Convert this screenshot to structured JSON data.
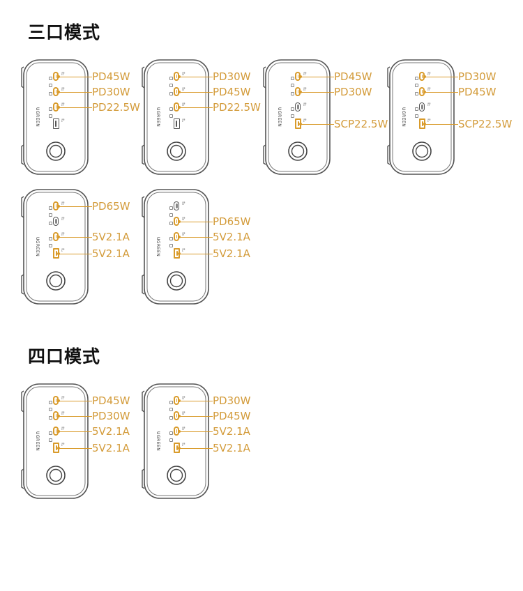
{
  "sections": [
    {
      "title": "三口模式",
      "groups": [
        {
          "ports": [
            "c",
            "c",
            "c",
            "a"
          ],
          "active": [
            0,
            1,
            2
          ],
          "labels": [
            "PD45W",
            "PD30W",
            "PD22.5W"
          ]
        },
        {
          "ports": [
            "c",
            "c",
            "c",
            "a"
          ],
          "active": [
            0,
            1,
            2
          ],
          "labels": [
            "PD30W",
            "PD45W",
            "PD22.5W"
          ]
        },
        {
          "ports": [
            "c",
            "c",
            "c",
            "a"
          ],
          "active": [
            0,
            1,
            3
          ],
          "labels": [
            "PD45W",
            "PD30W",
            "SCP22.5W"
          ]
        },
        {
          "ports": [
            "c",
            "c",
            "c",
            "a"
          ],
          "active": [
            0,
            1,
            3
          ],
          "labels": [
            "PD30W",
            "PD45W",
            "SCP22.5W"
          ]
        },
        {
          "ports": [
            "c",
            "c",
            "c",
            "a"
          ],
          "active": [
            0,
            2,
            3
          ],
          "labels": [
            "PD65W",
            "5V2.1A",
            "5V2.1A"
          ]
        },
        {
          "ports": [
            "c",
            "c",
            "c",
            "a"
          ],
          "active": [
            1,
            2,
            3
          ],
          "labels": [
            "PD65W",
            "5V2.1A",
            "5V2.1A"
          ]
        }
      ]
    },
    {
      "title": "四口模式",
      "groups": [
        {
          "ports": [
            "c",
            "c",
            "c",
            "a"
          ],
          "active": [
            0,
            1,
            2,
            3
          ],
          "labels": [
            "PD45W",
            "PD30W",
            "5V2.1A",
            "5V2.1A"
          ]
        },
        {
          "ports": [
            "c",
            "c",
            "c",
            "a"
          ],
          "active": [
            0,
            1,
            2,
            3
          ],
          "labels": [
            "PD30W",
            "PD45W",
            "5V2.1A",
            "5V2.1A"
          ]
        }
      ]
    }
  ],
  "brand": "UGREEN",
  "port_tags": [
    "USB C1",
    "USB C2",
    "USB C3",
    "USB A"
  ],
  "colors": {
    "accent": "#d99b2b",
    "label": "#d39b3a",
    "outline": "#555555",
    "title": "#111111"
  }
}
